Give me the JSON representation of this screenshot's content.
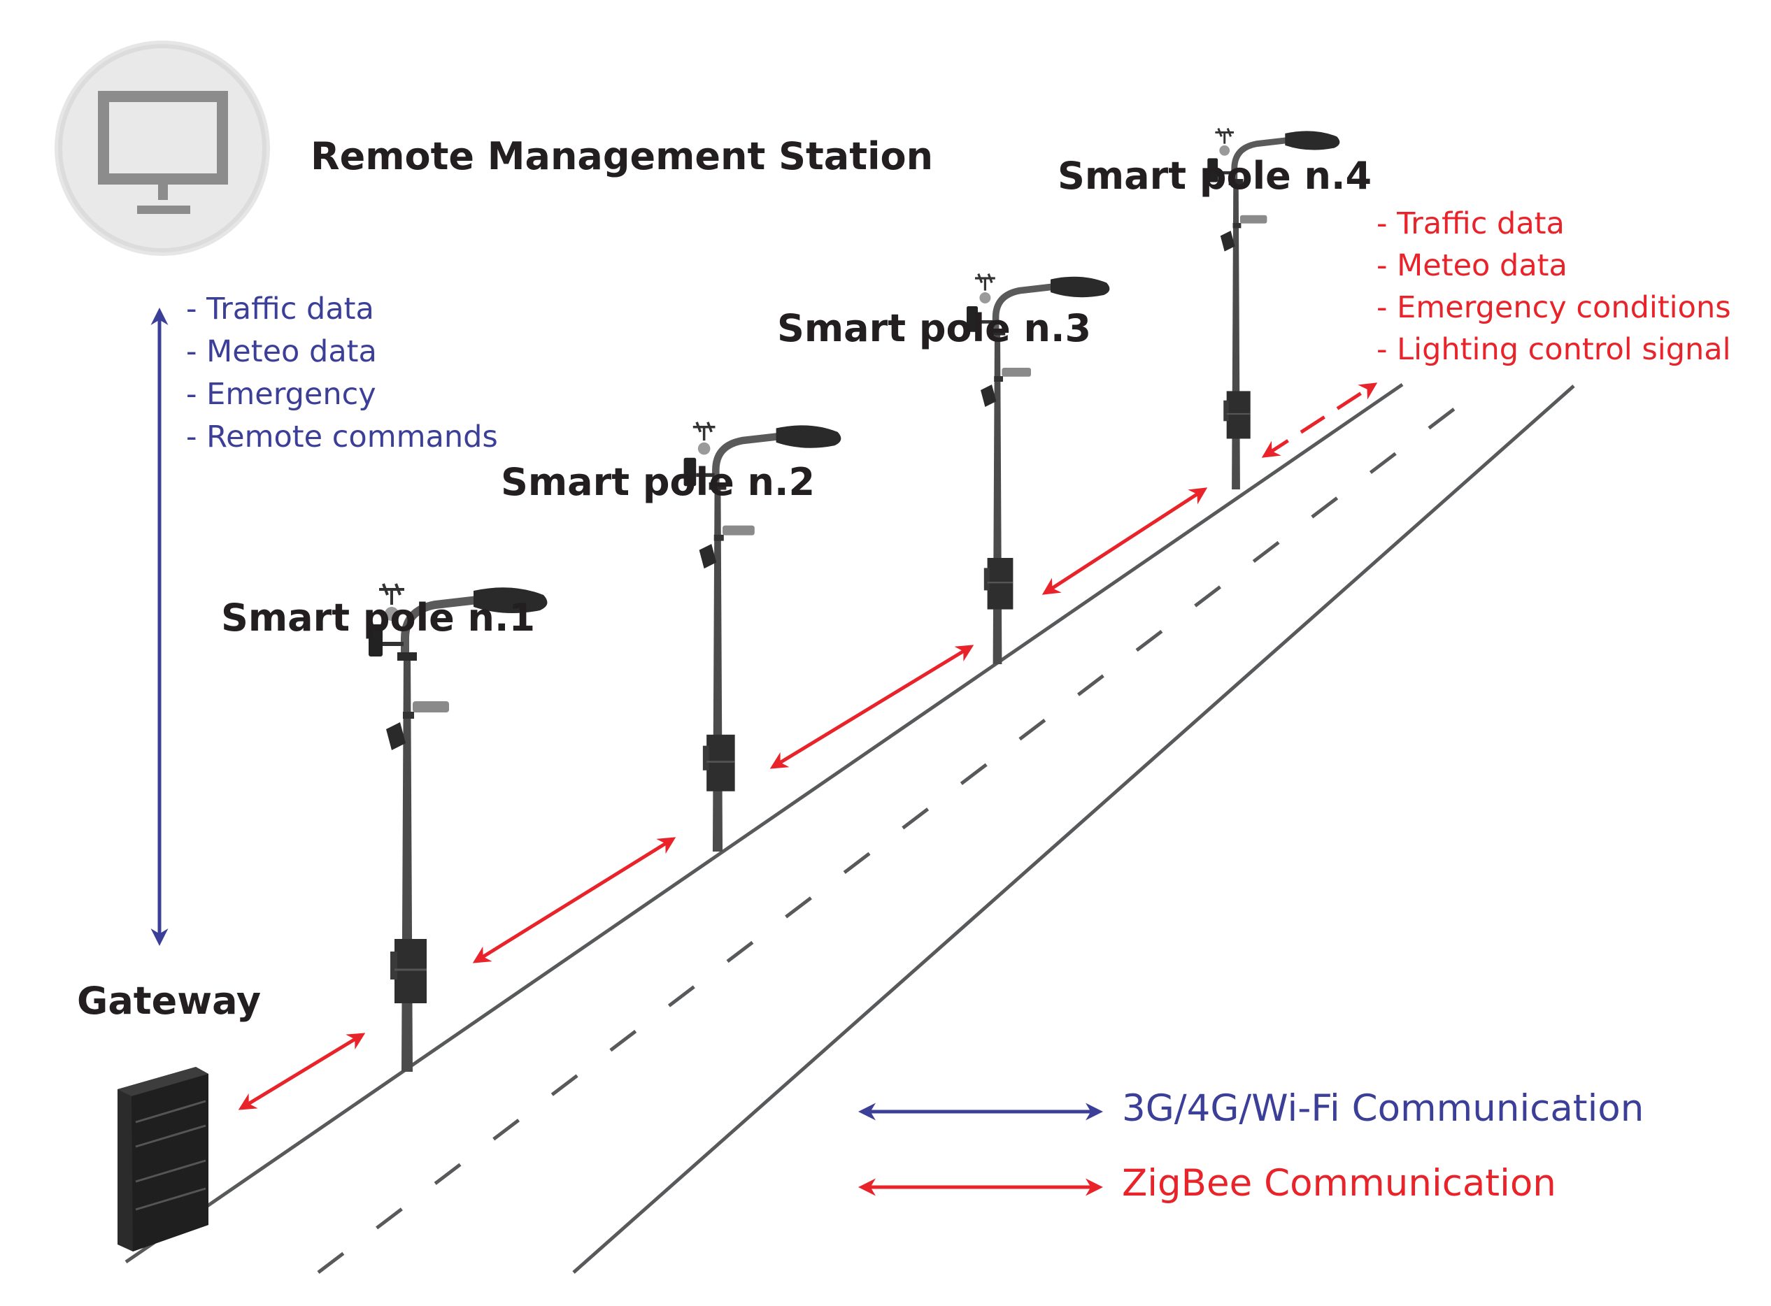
{
  "station": {
    "label": "Remote Management Station",
    "icon": "monitor-icon"
  },
  "gateway": {
    "label": "Gateway",
    "icon": "server-rack-icon"
  },
  "uplink_data": [
    "- Traffic data",
    "- Meteo data",
    "- Emergency",
    "- Remote commands"
  ],
  "poles": [
    {
      "label": "Smart pole n.1"
    },
    {
      "label": "Smart pole n.2"
    },
    {
      "label": "Smart pole n.3"
    },
    {
      "label": "Smart pole n.4"
    }
  ],
  "pole_data": [
    "- Traffic data",
    "- Meteo data",
    "- Emergency conditions",
    "- Lighting control signal"
  ],
  "legend": [
    {
      "label": "3G/4G/Wi-Fi Communication",
      "color": "#3b3f98"
    },
    {
      "label": "ZigBee Communication",
      "color": "#e8232a"
    }
  ],
  "colors": {
    "blue": "#3b3f98",
    "red": "#e8232a",
    "road": "#58595b",
    "pole": "#4a4a4a",
    "monitor_circle": "#e6e6e6",
    "monitor": "#8c8c8c"
  }
}
